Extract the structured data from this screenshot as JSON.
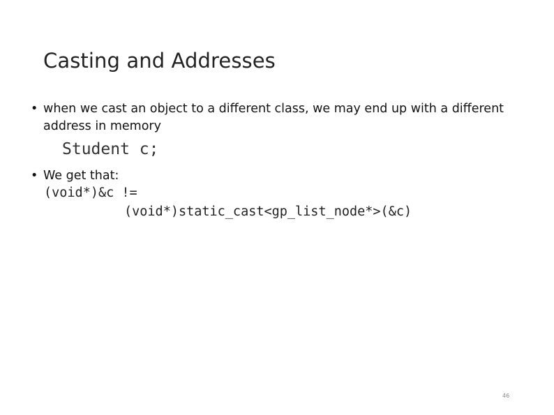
{
  "slide": {
    "title": "Casting and Addresses",
    "bullets": [
      {
        "marker": "•",
        "line1": "when we cast an object to a different class, we may end up with a different",
        "line2": "address in memory"
      },
      {
        "marker": "•",
        "line1": "We get that:"
      }
    ],
    "code_declaration": "Student c;",
    "code_lines": [
      "(void*)&c !=",
      "(void*)static_cast<gp_list_node*>(&c)"
    ],
    "page_number": "46"
  }
}
